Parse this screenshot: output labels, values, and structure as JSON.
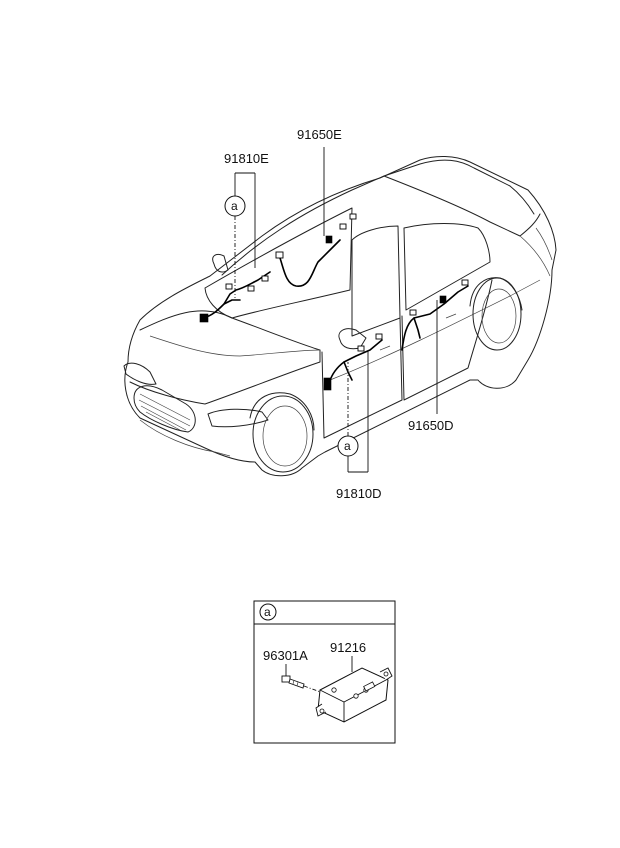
{
  "parts": {
    "harness_roof_front": "91810E",
    "harness_roof": "91650E",
    "harness_door_rear": "91650D",
    "harness_door_front": "91810D",
    "bolt": "96301A",
    "module": "91216"
  },
  "callouts": {
    "upper_ref": "a",
    "lower_ref": "a",
    "detail_ref": "a"
  }
}
